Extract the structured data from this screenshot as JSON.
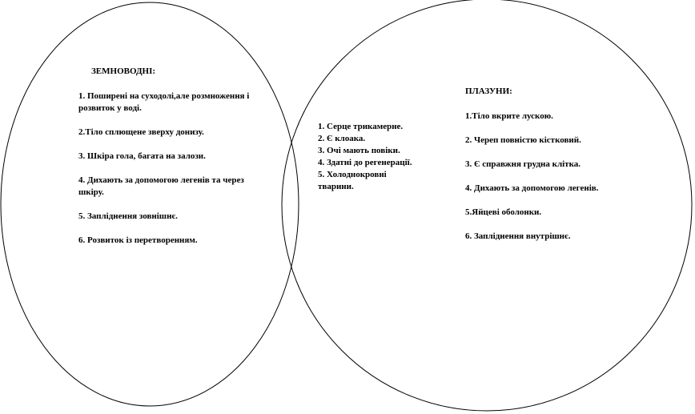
{
  "diagram": {
    "type": "venn",
    "left_set": {
      "title": "ЗЕМНОВОДНІ:",
      "items": [
        "1. Поширені на суходолі,але розмноження і розвиток  у  воді.",
        "2.Тіло сплющене зверху донизу.",
        "3. Шкіра  гола, багата на  залози.",
        "4. Дихають  за  допомогою  легенів  та  через  шкіру.",
        "5.  Запліднення  зовнішнє.",
        "6. Розвиток із перетворенням."
      ]
    },
    "intersection": {
      "items": [
        "1. Серце трикамерне.",
        "2. Є клоака.",
        "3. Очі мають повіки.",
        "4. Здатні до регенерації.",
        "5. Холоднокровні тварини."
      ]
    },
    "right_set": {
      "title": "ПЛАЗУНИ:",
      "items": [
        "1.Тіло вкрите лускою.",
        "2. Череп повністю кістковий.",
        "3. Є справжня грудна клітка.",
        "4. Дихають за допомогою легенів.",
        "5.Яйцеві оболонки.",
        "6. Запліднення внутрішнє."
      ]
    },
    "colors": {
      "stroke": "#000000",
      "text": "#000000",
      "background": "#ffffff"
    }
  }
}
